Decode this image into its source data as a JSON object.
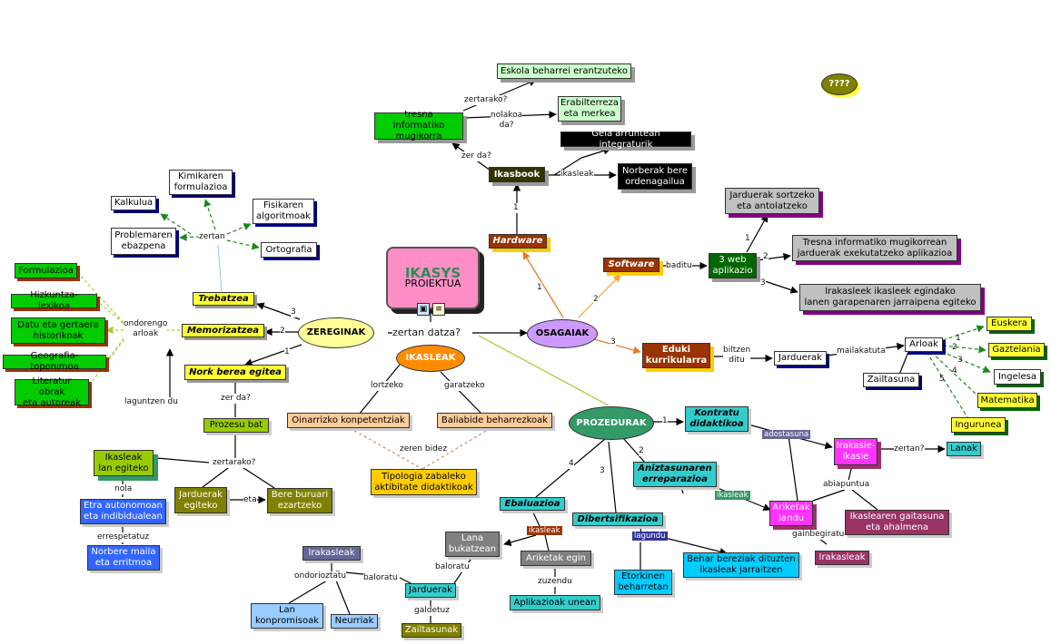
{
  "colors": {
    "green": "#00cc00",
    "black": "#000000",
    "brown": "#993300",
    "orange": "#ff8c00",
    "purple": "#cc99ff",
    "teal": "#339966",
    "cyan": "#33cccc",
    "magenta": "#ff33ff",
    "yellow": "#ffff33",
    "olive": "#808000",
    "blue": "#3366ff"
  },
  "icons": [
    "image-icon",
    "document-icon"
  ],
  "nodes": {
    "center_title": "IKASYS",
    "center_sub": "PROIEKTUA",
    "zereginak": "ZEREGINAK",
    "osagaiak": "OSAGAIAK",
    "ikasleak": "IKASLEAK",
    "prozedurak": "PROZEDURAK",
    "hardware": "Hardware",
    "ikasbook": "Ikasbook",
    "tresna": "tresna informatiko\nmugikorra",
    "eskola": "Eskola beharrei erantzuteko",
    "erabilterreza": "Erabilterreza\neta merkea",
    "gela": "Gela arruntean integraturik",
    "norberak": "Norberak bere\nordenagailua",
    "software": "Software",
    "web3": "3 web\naplikazio",
    "jarduerak_sortzeko": "Jarduerak sortzeko\neta antolatzeko",
    "tresna_mugikorrean": "Tresna informatiko mugikorrean\njarduerak exekutatzeko aplikazioa",
    "irakasleek": "Irakasleek ikasleek egindako\nlanen garapenaren jarraipena egiteko",
    "eduki": "Eduki\nkurrikularra",
    "jarduerak_osa": "Jarduerak",
    "arloak": "Arloak",
    "zailtasuna": "Zailtasuna",
    "euskera": "Euskera",
    "gaztelania": "Gaztelania",
    "ingelesa": "Ingelesa",
    "matematika": "Matematika",
    "ingurunea": "Ingurunea",
    "oinarrizko": "Oinarrizko konpetentziak",
    "baliabide": "Baliabide beharrezkoak",
    "tipologia": "Tipologia zabaleko\naktibitate didaktikoak",
    "trebatzea": "Trebatzea",
    "memorizatzea": "Memorizatzea",
    "nork": "Nork berea egitea",
    "kimikaren": "Kimikaren\nformulazioa",
    "kalkulua": "Kalkulua",
    "fisikaren": "Fisikaren\nalgoritmoak",
    "problemaren": "Problemaren\nebazpena",
    "ortografia": "Ortografia",
    "formulazioa": "Formulazioa",
    "hizkuntza": "Hizkuntza-lexikoa",
    "datu": "Datu eta gertaera\nhistorikoak",
    "geografia": "Geografia-toponimoa",
    "literatur": "Literatur obrak\neta autoreak",
    "prozesu": "Prozesu bat",
    "ikasleak_lan": "Ikasleak\nlan egiteko",
    "jarduerak_egiteko": "Jarduerak\negiteko",
    "bere_buruari": "Bere buruari\nezartzeko",
    "etra": "Etra autonomoan\neta indibidualean",
    "norbere": "Norbere maila\neta erritmoa",
    "kontratu": "Kontratu\ndidaktikoa",
    "irakasle_ikasle": "Irakasle-\nikasle",
    "lanak": "Lanak",
    "ariketak_landu": "Ariketak\nlandu",
    "ikaslearen": "Ikaslearen gaitasuna\neta ahalmena",
    "irakasleak_pro": "Irakasleak",
    "aniztasun": "Aniztasunaren\nerreparazioa",
    "dibertsifikazioa": "Dibertsifikazioa",
    "behar_bereziak": "Behar bereziak dituzten\nikasleak jarraitzen",
    "etorkinen": "Etorkinen\nbeharretan",
    "ebaluazioa": "Ebaluazioa",
    "lana_bukatzean": "Lana\nbukatzean",
    "ariketak_egin": "Ariketak egin",
    "aplikazioak": "Aplikazioak unean",
    "irakasleak_eba": "Irakasleak",
    "jarduerak_eba": "Jarduerak",
    "zailtasunak": "Zailtasunak",
    "lan_konpromisoak": "Lan\nkonpromisoak",
    "neurriak": "Neurriak",
    "question": "????"
  },
  "labels": {
    "zertan_datza": "zertan datza?",
    "zertarako": "zertarako?",
    "nolakoa": "nolakoa\nda?",
    "zer_da": "zer da?",
    "ikasleak_rel": "ikasleak",
    "baditu": "baditu",
    "biltzen": "biltzen\nditu",
    "mailakatuta": "mailakatuta",
    "zertan": "zertan",
    "ondorengo": "ondorengo\narloak",
    "laguntzen": "laguntzen du",
    "zer_da2": "zer da?",
    "zertarako2": "zertarako?",
    "eta": "eta",
    "nola": "nola",
    "errespetatuz": "errespetatuz",
    "lortzeko": "lortzeko",
    "garatzeko": "garatzeko",
    "zeren_bidez": "zeren bidez",
    "adostasuna": "adostasuna",
    "zertan2": "zertan?",
    "abiapuntua": "abiapuntua",
    "gainbegiratu": "gainbegiratu",
    "ikasleak_tag": "ikasleak",
    "lagundu": "lagundu",
    "ikasleak_tag2": "ikasleak",
    "zuzendu": "zuzendu",
    "baloratu": "baloratu",
    "baloratu2": "baloratu",
    "galdetuz": "galdetuz",
    "ondorioztatu": "ondorioztatu",
    "n1": "1",
    "n2": "2",
    "n3": "3",
    "n4": "4",
    "n5": "5"
  }
}
